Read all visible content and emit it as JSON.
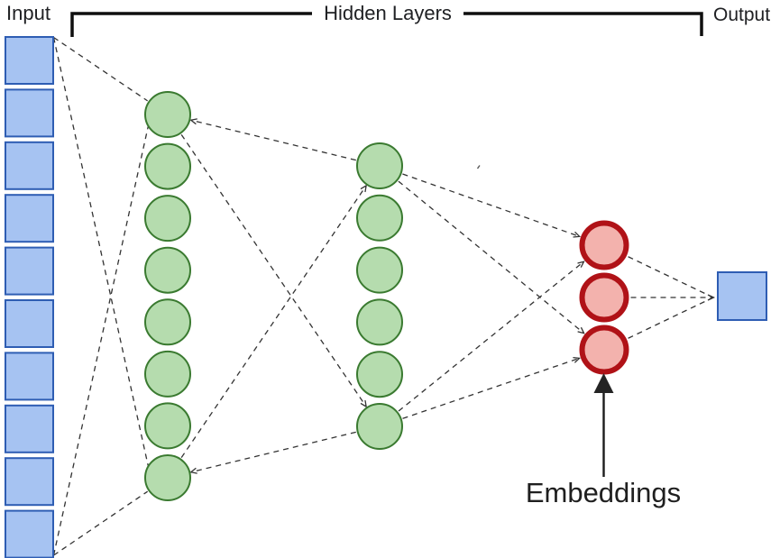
{
  "labels": {
    "input": "Input",
    "hidden_layers": "Hidden Layers",
    "output": "Output",
    "embeddings": "Embeddings"
  },
  "network": {
    "layers": [
      {
        "id": "input",
        "role": "input-layer",
        "shape": "square",
        "count": 10
      },
      {
        "id": "hidden1",
        "role": "hidden-layer-1",
        "shape": "circle",
        "count": 8
      },
      {
        "id": "hidden2",
        "role": "hidden-layer-2",
        "shape": "circle",
        "count": 6
      },
      {
        "id": "embeddings",
        "role": "embedding-layer",
        "shape": "circle",
        "count": 3
      },
      {
        "id": "output",
        "role": "output-layer",
        "shape": "square",
        "count": 1
      }
    ],
    "connections": [
      {
        "from": "input-top",
        "to": "h1-top",
        "arrow": false
      },
      {
        "from": "input-top",
        "to": "h1-bottom-left",
        "arrow": false
      },
      {
        "from": "input-bottom",
        "to": "h1-top-left",
        "arrow": false
      },
      {
        "from": "input-bottom",
        "to": "h1-bottom",
        "arrow": false
      },
      {
        "from": "h2-top",
        "to": "h1-top",
        "arrow": true
      },
      {
        "from": "h2-bottom",
        "to": "h1-bottom",
        "arrow": true
      },
      {
        "from": "h1-top",
        "to": "h2-bottom",
        "arrow": true
      },
      {
        "from": "h1-bottom",
        "to": "h2-top",
        "arrow": true
      },
      {
        "from": "h2-top",
        "to": "emb-top",
        "arrow": true
      },
      {
        "from": "h2-top",
        "to": "emb-bottom",
        "arrow": true
      },
      {
        "from": "h2-bottom",
        "to": "emb-top",
        "arrow": true
      },
      {
        "from": "h2-bottom",
        "to": "emb-bottom",
        "arrow": true
      },
      {
        "from": "emb-top",
        "to": "out-in",
        "arrow": false
      },
      {
        "from": "emb-mid",
        "to": "out-in",
        "arrow": true
      },
      {
        "from": "emb-bottom",
        "to": "out-in",
        "arrow": false
      }
    ],
    "annotation_arrow_target": "embeddings"
  },
  "colors": {
    "input_node_fill": "#a6c3f2",
    "input_node_border": "#2e5db3",
    "hidden_node_fill": "#b5dcae",
    "hidden_node_border": "#3a7a30",
    "embedding_node_fill": "#f3b2ad",
    "embedding_node_border": "#b01217",
    "connection": "#333333",
    "bracket": "#0f0f0f",
    "text": "#202124"
  }
}
